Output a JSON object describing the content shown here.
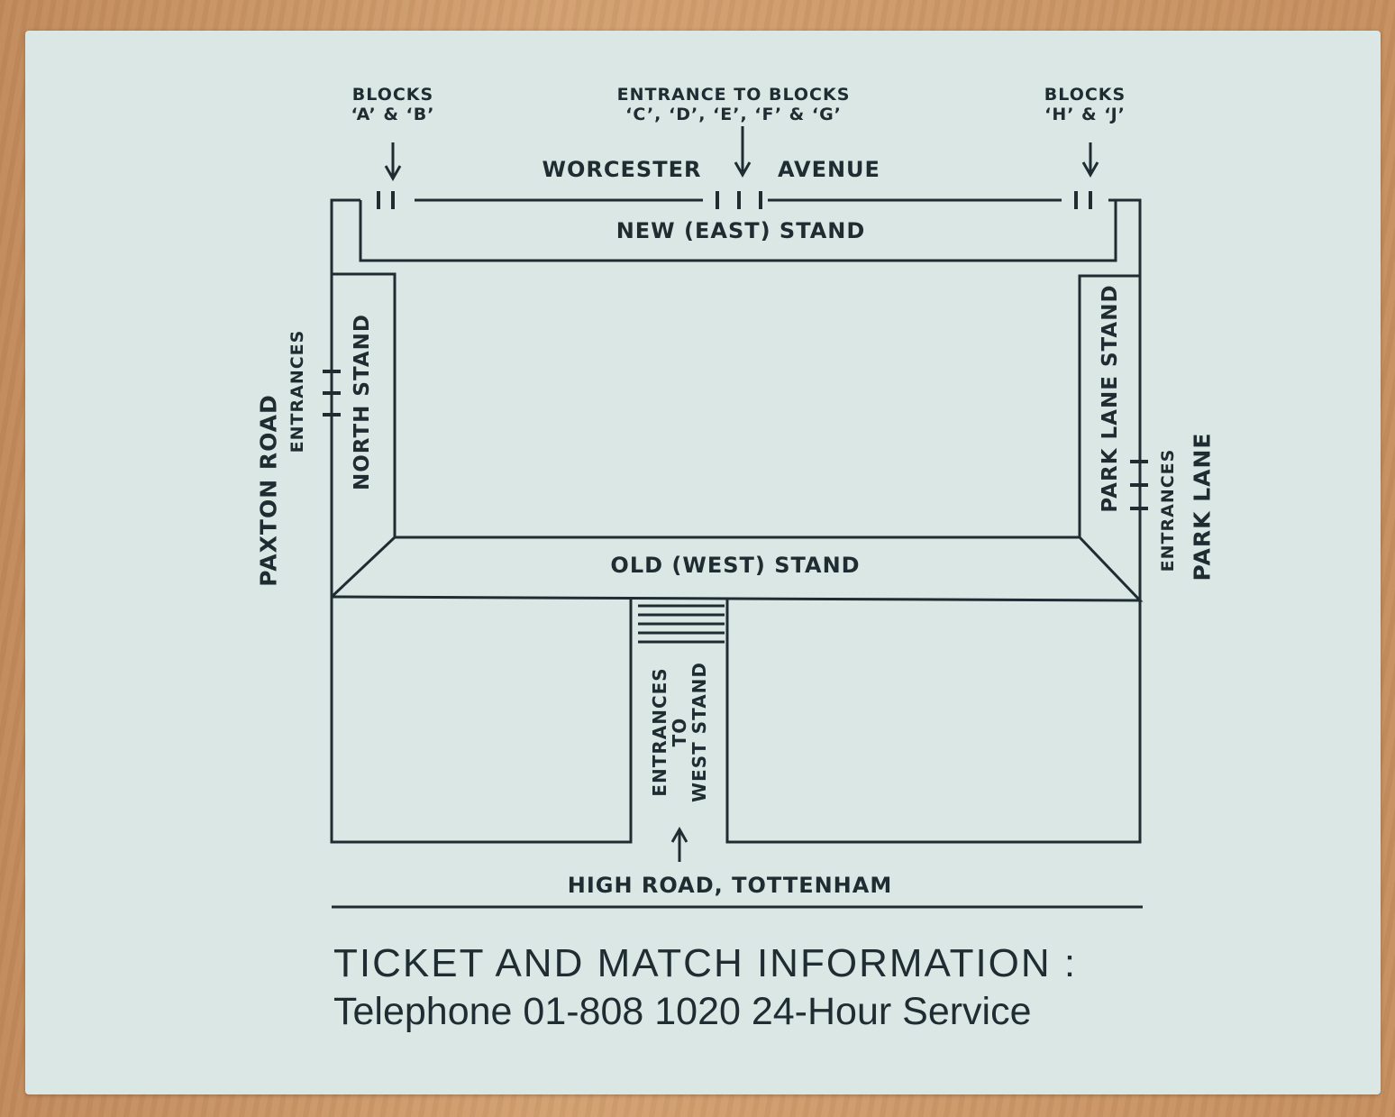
{
  "colors": {
    "ink": "#1f2d33",
    "card": "#dbe7e5"
  },
  "labels": {
    "blocks_ab": [
      "BLOCKS",
      "‘A’ & ‘B’"
    ],
    "blocks_cdefg": [
      "ENTRANCE TO BLOCKS",
      "‘C’, ‘D’, ‘E’, ‘F’ & ‘G’"
    ],
    "blocks_hj": [
      "BLOCKS",
      "‘H’ & ‘J’"
    ],
    "worcester": "WORCESTER",
    "avenue": "AVENUE",
    "east_stand": "NEW (EAST) STAND",
    "north_stand": "NORTH STAND",
    "park_lane_stand": "PARK LANE STAND",
    "west_stand": "OLD (WEST) STAND",
    "paxton_road": "PAXTON ROAD",
    "paxton_entrances": "ENTRANCES",
    "park_lane": "PARK LANE",
    "park_lane_entrances": "ENTRANCES",
    "west_entrances": [
      "ENTRANCES",
      "TO",
      "WEST STAND"
    ],
    "high_road": "HIGH ROAD, TOTTENHAM"
  },
  "info": {
    "title": "TICKET AND MATCH INFORMATION :",
    "phone": "Telephone 01-808 1020 24-Hour Service"
  }
}
